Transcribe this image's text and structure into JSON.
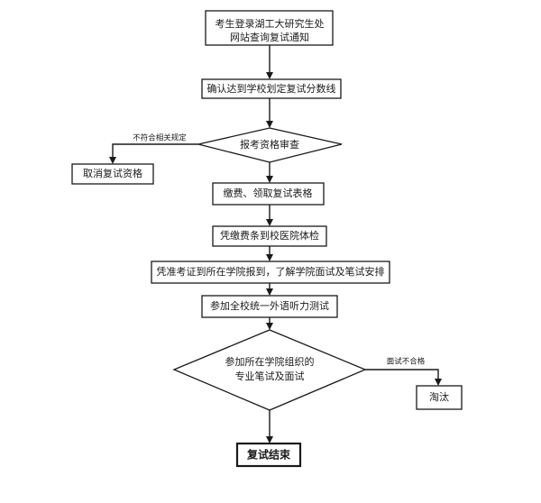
{
  "nodes": {
    "login": {
      "line1": "考生登录湖工大研究生处",
      "line2": "网站查询复试通知"
    },
    "confirm_score": {
      "label": "确认达到学校划定复试分数线"
    },
    "review": {
      "label": "报考资格审查"
    },
    "cancel": {
      "label": "取消复试资格"
    },
    "pay_fee": {
      "label": "缴费、领取复试表格"
    },
    "medical": {
      "label": "凭缴费条到校医院体检"
    },
    "report_school": {
      "label": "凭准考证到所在学院报到，了解学院面试及笔试安排"
    },
    "language_test": {
      "label": "参加全校统一外语听力测试"
    },
    "written_interview": {
      "line1": "参加所在学院组织的",
      "line2": "专业笔试及面试"
    },
    "eliminate": {
      "label": "淘汰"
    },
    "end": {
      "label": "复试结束"
    }
  },
  "edges": {
    "review_fail": "不符合相关规定",
    "interview_fail": "面试不合格"
  }
}
